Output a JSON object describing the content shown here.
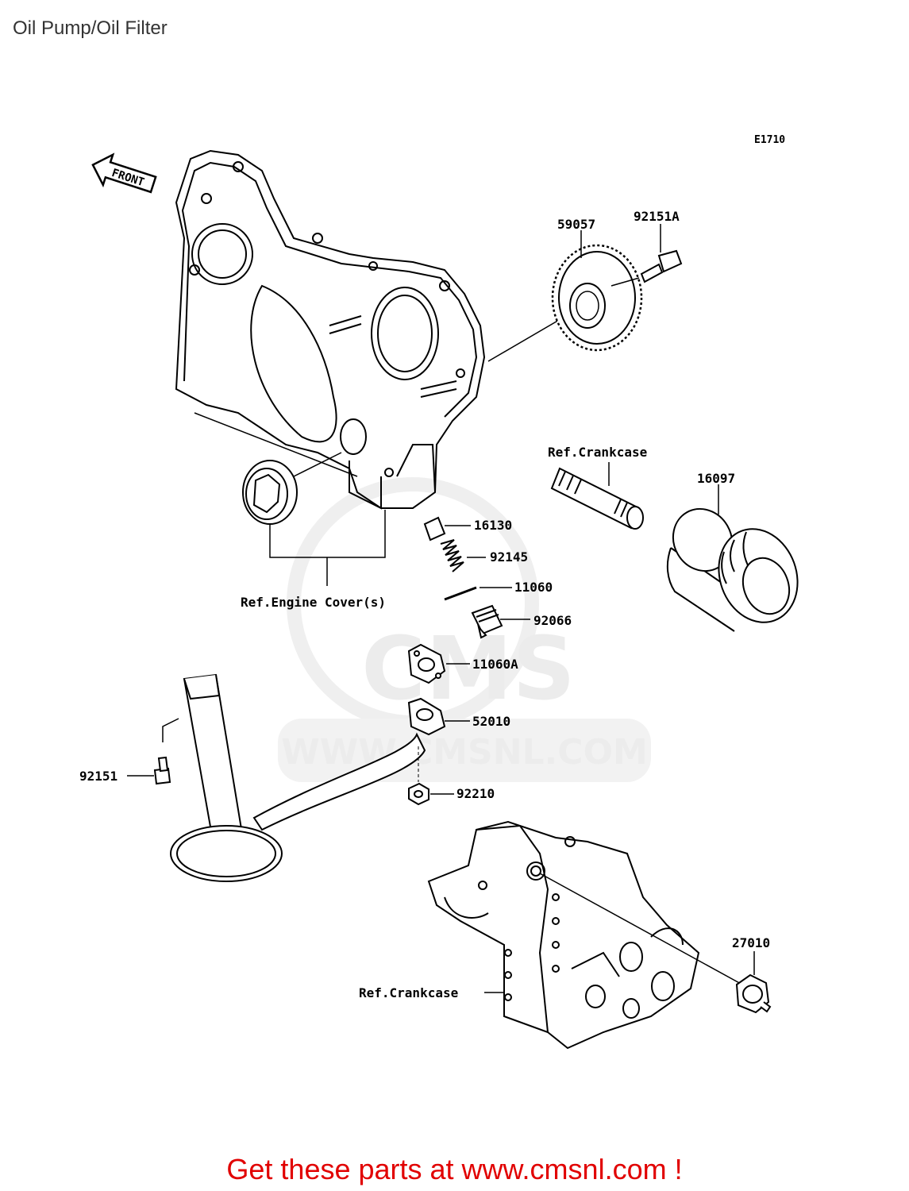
{
  "page": {
    "title": "Oil Pump/Oil Filter"
  },
  "diagram": {
    "code": "E1710",
    "front_label": "FRONT",
    "refs": {
      "engine_cover": "Ref.Engine Cover(s)",
      "crankcase_upper": "Ref.Crankcase",
      "crankcase_lower": "Ref.Crankcase"
    },
    "parts": {
      "p59057": "59057",
      "p92151A": "92151A",
      "p16097": "16097",
      "p16130": "16130",
      "p92145": "92145",
      "p11060": "11060",
      "p92066": "92066",
      "p11060A": "11060A",
      "p52010": "52010",
      "p92210": "92210",
      "p92151": "92151",
      "p27010": "27010"
    }
  },
  "watermark": {
    "text": "WWW.CMSNL.COM",
    "logo": "CMS"
  },
  "footer": {
    "text": "Get these parts at www.cmsnl.com !"
  },
  "colors": {
    "footer": "#e10000",
    "ink": "#000000",
    "watermark": "#ececec"
  }
}
